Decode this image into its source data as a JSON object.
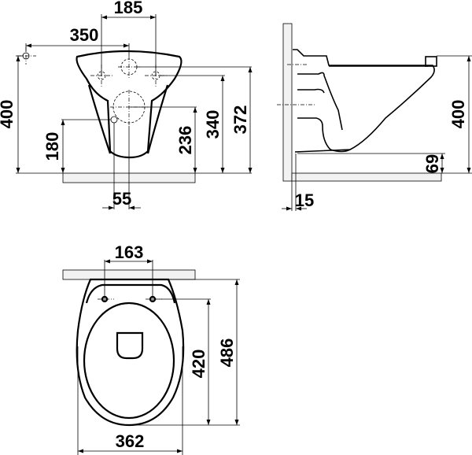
{
  "diagram": {
    "type": "technical-drawing",
    "subject": "wall-hung toilet dimensional drawing",
    "units": "mm",
    "views": {
      "front": {
        "dimensions": {
          "fixing_holes_spacing": "185",
          "water_inlet_offset": "350",
          "total_height": "400",
          "water_inlet_height": "180",
          "outlet_height": "236",
          "fixing_holes_height": "340",
          "inlet_center_height": "372",
          "outlet_offset": "55"
        }
      },
      "side": {
        "dimensions": {
          "total_height": "400",
          "floor_clearance": "69",
          "wall_gap": "15"
        }
      },
      "top": {
        "dimensions": {
          "seat_holes_spacing": "163",
          "seat_holes_to_front": "420",
          "total_depth": "486",
          "total_width": "362"
        }
      }
    }
  }
}
